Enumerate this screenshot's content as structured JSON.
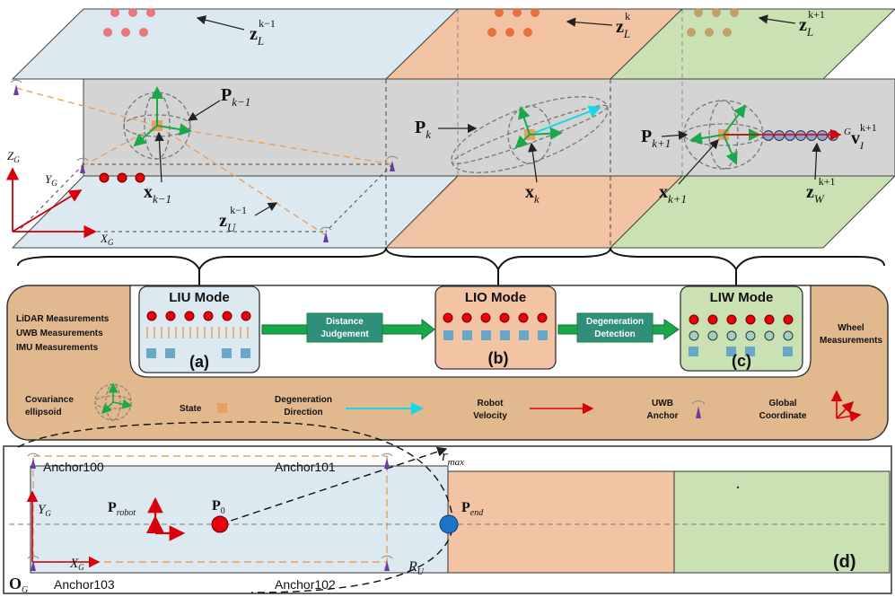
{
  "top": {
    "z_L_prev": {
      "main": "z",
      "sub": "L",
      "sup": "k−1"
    },
    "z_L_k": {
      "main": "z",
      "sub": "L",
      "sup": "k"
    },
    "z_L_next": {
      "main": "z",
      "sub": "L",
      "sup": "k+1"
    },
    "P_prev": {
      "main": "P",
      "sub": "k−1"
    },
    "P_k": {
      "main": "P",
      "sub": "k"
    },
    "P_next": {
      "main": "P",
      "sub": "k+1"
    },
    "x_prev": {
      "main": "x",
      "sub": "k−1"
    },
    "x_k": {
      "main": "x",
      "sub": "k"
    },
    "x_next": {
      "main": "x",
      "sub": "k+1"
    },
    "z_U_prev": {
      "main": "z",
      "sub": "U",
      "sup": "k−1"
    },
    "z_W_next": {
      "main": "z",
      "sub": "W",
      "sup": "k+1"
    },
    "v_I": {
      "pre": "G",
      "main": "v",
      "sub": "I",
      "sup": "k+1"
    },
    "axis_z": {
      "main": "Z",
      "sub": "G"
    },
    "axis_y": {
      "main": "Y",
      "sub": "G"
    },
    "axis_x": {
      "main": "X",
      "sub": "G"
    }
  },
  "legend": {
    "sensors_left": [
      "LiDAR Measurements",
      "UWB Measurements",
      "IMU Measurements"
    ],
    "sensors_right": [
      "Wheel",
      "Measurements"
    ],
    "liu_mode": "LIU Mode",
    "lio_mode": "LIO Mode",
    "liw_mode": "LIW Mode",
    "tag_a": "(a)",
    "tag_b": "(b)",
    "tag_c": "(c)",
    "transition_1": [
      "Distance",
      "Judgement"
    ],
    "transition_2": [
      "Degeneration",
      "Detection"
    ],
    "covariance": [
      "Covariance",
      "ellipsoid"
    ],
    "state": "State",
    "degeneration": [
      "Degeneration",
      "Direction"
    ],
    "robot_velocity": [
      "Robot",
      "Velocity"
    ],
    "uwb_anchor": [
      "UWB",
      "Anchor"
    ],
    "global_coord": [
      "Global",
      "Coordinate"
    ]
  },
  "bottom": {
    "anchor100": "Anchor100",
    "anchor101": "Anchor101",
    "anchor102": "Anchor102",
    "anchor103": "Anchor103",
    "r_max": {
      "main": "r",
      "sub": "max"
    },
    "P_robot": {
      "main": "P",
      "sub": "robot"
    },
    "P_0": {
      "main": "P",
      "sub": "0"
    },
    "P_end": {
      "main": "P",
      "sub": "end"
    },
    "R_U": {
      "main": "R",
      "sub": "U"
    },
    "Y_G": {
      "main": "Y",
      "sub": "G"
    },
    "X_G": {
      "main": "X",
      "sub": "G"
    },
    "O_G": {
      "main": "O",
      "sub": "G"
    },
    "tag_d": "(d)"
  },
  "colors": {
    "uwb_zone": "#dde9f0",
    "lio_zone": "#f3c4a3",
    "liw_zone": "#c9e1b3",
    "corridor": "#d4d4d4",
    "panel": "#e2b98f",
    "lidar_dot": "#e8000a",
    "imu_sq": "#6aa6c8",
    "uwb_orange": "#e8a060",
    "arrow_green": "#1aa84a",
    "box_teal": "#2f8f7a"
  }
}
